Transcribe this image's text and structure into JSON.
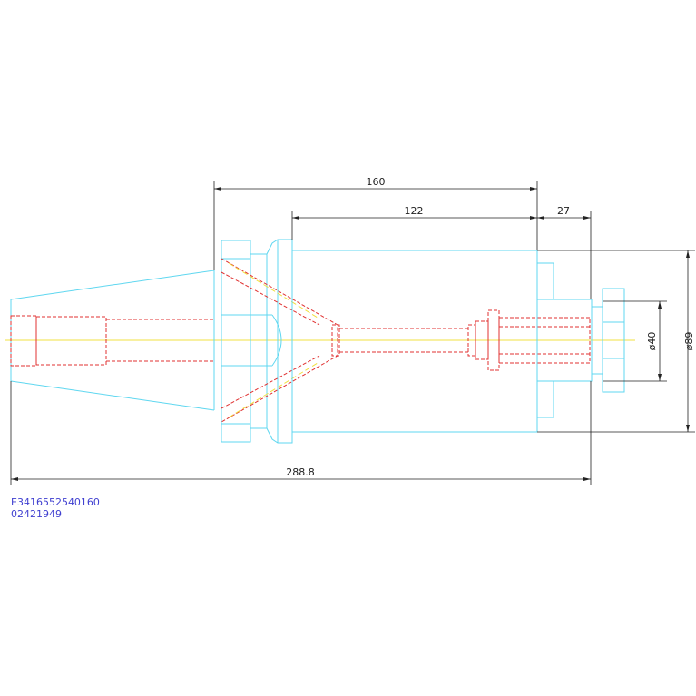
{
  "dimensions": {
    "d160": "160",
    "d122": "122",
    "d27": "27",
    "d288": "288.8",
    "dia40": "ø40",
    "dia89": "ø89"
  },
  "part_codes": {
    "line1": "E3416552540160",
    "line2": "02421949"
  },
  "colors": {
    "outline": "#5fd7f0",
    "hidden": "#e03030",
    "centerline": "#f0e040",
    "dimension": "#222222",
    "code_text": "#4040d0"
  }
}
